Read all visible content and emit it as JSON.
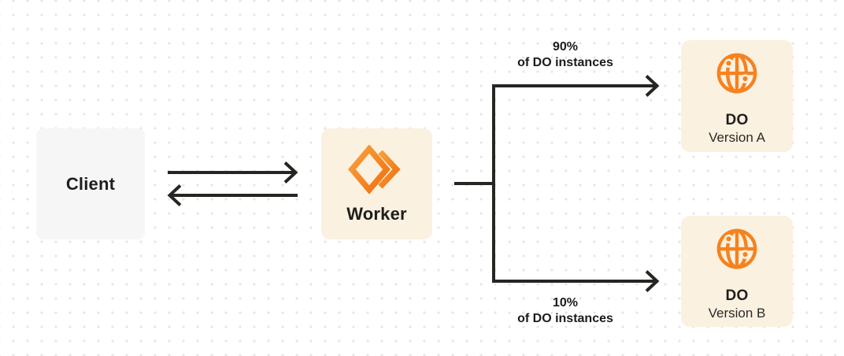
{
  "client": {
    "label": "Client"
  },
  "worker": {
    "label": "Worker"
  },
  "branches": {
    "top": {
      "percent": "90%",
      "caption": "of DO instances"
    },
    "bottom": {
      "percent": "10%",
      "caption": "of DO instances"
    }
  },
  "do_nodes": {
    "a": {
      "title": "DO",
      "subtitle": "Version A"
    },
    "b": {
      "title": "DO",
      "subtitle": "Version B"
    }
  },
  "icons": {
    "worker_icon": "cloudflare-workers-icon",
    "do_icon": "globe-icon"
  },
  "colors": {
    "accent_orange": "#f6821f",
    "accent_orange_light": "#f9a13c",
    "node_cream_bg": "#fbf1e1",
    "node_gray_bg": "#f6f6f7",
    "line_dark": "#272522",
    "dot_grid": "#e6e6e6",
    "canvas_bg": "#ffffff"
  }
}
